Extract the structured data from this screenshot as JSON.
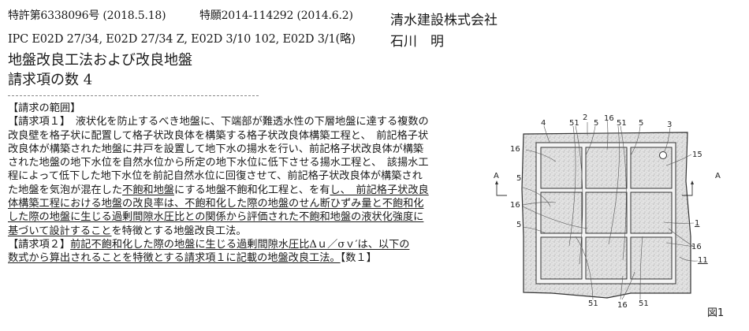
{
  "header": {
    "patent_number": "特許第6338096号 (2018.5.18)",
    "application_number": "特願2014-114292 (2014.6.2)",
    "ipc": "IPC E02D 27/34, E02D 27/34 Z, E02D 3/10 102, E02D 3/1(略)",
    "title": "地盤改良工法および改良地盤",
    "claim_count": "請求項の数 4",
    "applicant": "清水建設株式会社",
    "inventor": "石川　明"
  },
  "claims": {
    "section_heading": "【請求の範囲】",
    "lines": [
      [
        {
          "t": "【請求項１】　液状化を防止するべき地盤に、下端部が難透水性の下層地盤に達する複数の",
          "u": false
        }
      ],
      [
        {
          "t": "改良壁を格子状に配置して格子状改良体を構築する格子状改良体構築工程と、　前記格子状",
          "u": false
        }
      ],
      [
        {
          "t": "改良体が構築された地盤に井戸を設置して地下水の揚水を行い、前記格子状改良体が構築",
          "u": false
        }
      ],
      [
        {
          "t": "された地盤の地下水位を自然水位から所定の地下水位に低下させる揚水工程と、　該揚水工",
          "u": false
        }
      ],
      [
        {
          "t": "程によって低下した地下水位を前記自然水位に回復させて、前記格子状改良体が構築され",
          "u": false
        }
      ],
      [
        {
          "t": "た地盤を気泡が混在した",
          "u": false
        },
        {
          "t": "不飽和地盤",
          "u": true
        },
        {
          "t": "にする地盤不飽和化工程と、を有",
          "u": false
        },
        {
          "t": "し、　前記格子状改良",
          "u": true
        }
      ],
      [
        {
          "t": "体構築工程における地盤の改良率は、不飽和化した際の地盤のせん断ひずみ量と不飽和化",
          "u": true
        }
      ],
      [
        {
          "t": "した際の地盤に生じる過剰間隙水圧比との関係から評価された不飽和地盤の液状化強度に",
          "u": true
        }
      ],
      [
        {
          "t": "基づいて設計すること",
          "u": true
        },
        {
          "t": "を特徴とする地盤改良工法。",
          "u": false
        }
      ],
      [
        {
          "t": "【請求項２】",
          "u": false
        },
        {
          "t": "前記不飽和化した際の地盤に生じる過剰間隙水圧比Δｕ／σｖ′は、以下の",
          "u": true
        }
      ],
      [
        {
          "t": "数式から算出されることを特徴とする請求項１に記載の地盤改良工法。",
          "u": true
        },
        {
          "t": "【数１】",
          "u": false
        }
      ]
    ]
  },
  "figure": {
    "caption": "図1",
    "section_marker": "A",
    "labels": {
      "l4": "4",
      "l51a": "51",
      "l2": "2",
      "l5a": "5",
      "l16top": "16",
      "l51b": "51",
      "l5b": "5",
      "l3": "3",
      "l16left1": "16",
      "l15": "15",
      "l5left1": "5",
      "l16left2": "16",
      "l5left2": "5",
      "l1": "1",
      "l16right": "16",
      "l11": "11",
      "l51bot1": "51",
      "l16bot": "16",
      "l51bot2": "51"
    },
    "colors": {
      "stipple": "#cfcfcf",
      "line": "#333333",
      "frame_gap": "#f4f4f4"
    }
  }
}
